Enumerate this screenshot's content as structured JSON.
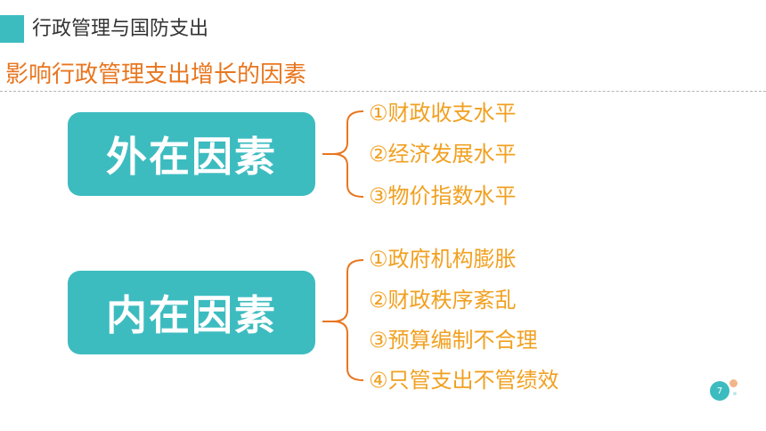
{
  "header": {
    "title": "行政管理与国防支出"
  },
  "subtitle": "影响行政管理支出增长的因素",
  "outer_factor": {
    "label": "外在因素",
    "items": [
      "①财政收支水平",
      "②经济发展水平",
      "③物价指数水平"
    ]
  },
  "inner_factor": {
    "label": "内在因素",
    "items": [
      "①政府机构膨胀",
      "②财政秩序紊乱",
      "③预算编制不合理",
      "④只管支出不管绩效"
    ]
  },
  "page_number": "7",
  "colors": {
    "accent": "#3dbcc0",
    "orange": "#e8761f",
    "item": "#f1a020"
  }
}
